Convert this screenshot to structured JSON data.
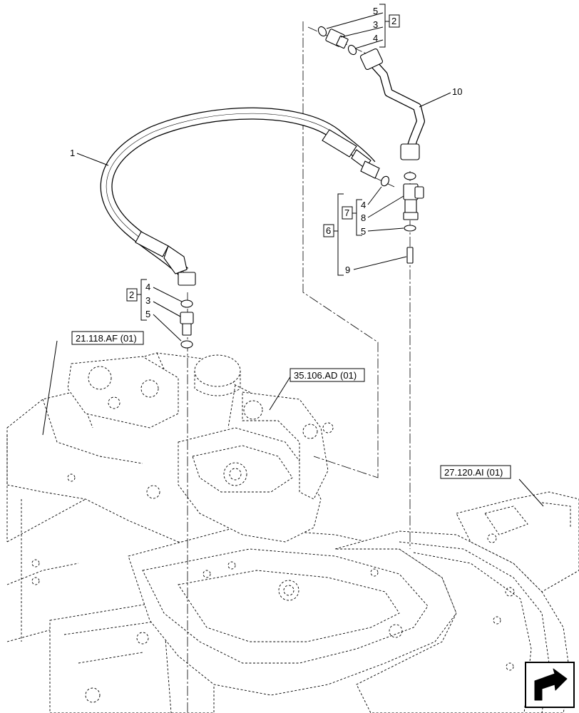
{
  "callouts": {
    "c1": "1",
    "c10": "10",
    "top_5": "5",
    "top_3": "3",
    "top_4": "4",
    "top_group": "2",
    "right_4": "4",
    "right_8": "8",
    "right_5": "5",
    "right_9": "9",
    "right_group_7": "7",
    "right_group_6": "6",
    "left_4": "4",
    "left_3": "3",
    "left_5": "5",
    "left_group": "2"
  },
  "references": {
    "ref_a": "21.118.AF (01)",
    "ref_b": "35.106.AD (01)",
    "ref_c": "27.120.AI (01)"
  },
  "nav_icon": "arrow-icon"
}
